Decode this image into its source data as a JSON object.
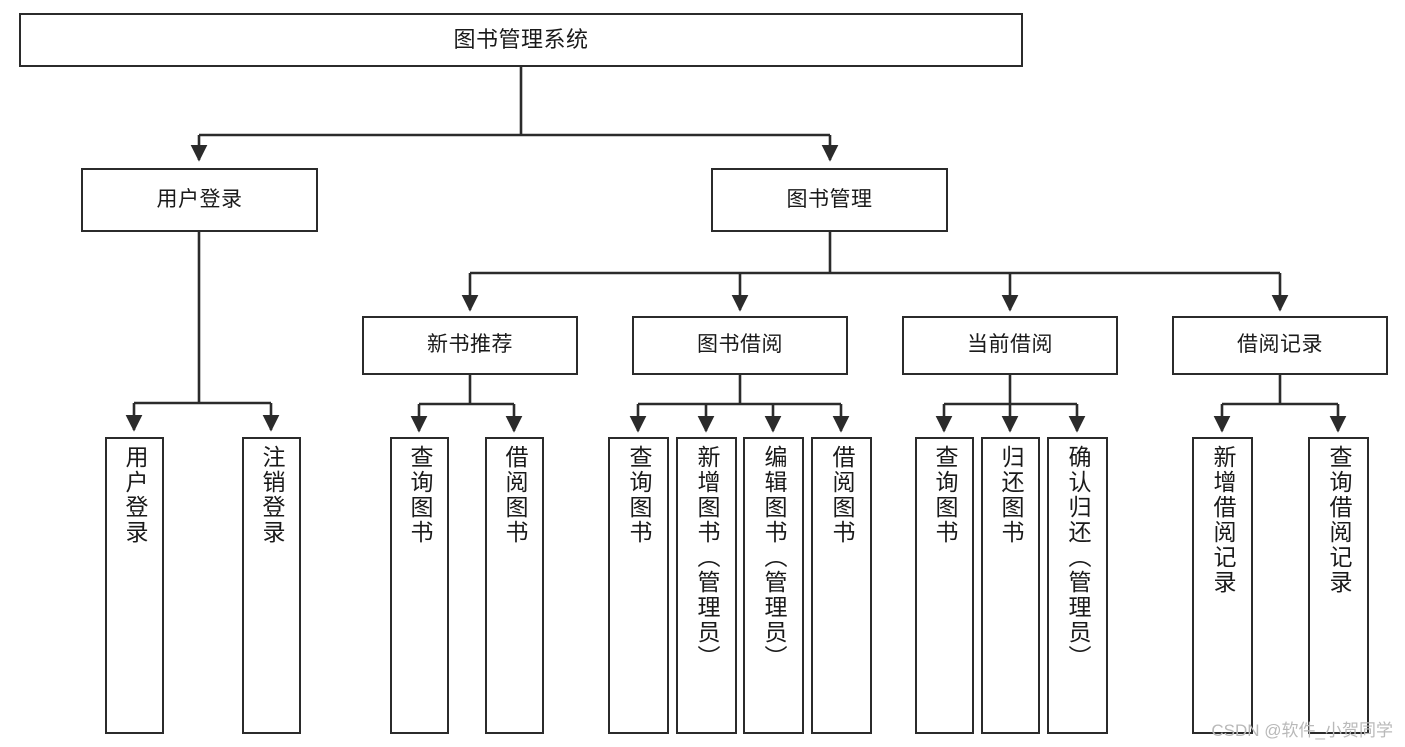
{
  "diagram": {
    "title": "图书管理系统",
    "type": "tree-hierarchy-diagram",
    "colors": {
      "box_border": "#2b2b2b",
      "box_fill": "#ffffff",
      "connector": "#2b2b2b",
      "text": "#1a1a1a",
      "background": "#ffffff",
      "watermark": "#b9b9b9"
    },
    "nodes": {
      "root": {
        "label": "图书管理系统",
        "level": 1,
        "orientation": "horizontal"
      },
      "user_login": {
        "label": "用户登录",
        "level": 2,
        "orientation": "horizontal"
      },
      "book_manage": {
        "label": "图书管理",
        "level": 2,
        "orientation": "horizontal"
      },
      "new_book_rec": {
        "label": "新书推荐",
        "level": 3,
        "orientation": "horizontal"
      },
      "book_borrow": {
        "label": "图书借阅",
        "level": 3,
        "orientation": "horizontal"
      },
      "current_borrow": {
        "label": "当前借阅",
        "level": 3,
        "orientation": "horizontal"
      },
      "borrow_record": {
        "label": "借阅记录",
        "level": 3,
        "orientation": "horizontal"
      },
      "leaf_user_login": {
        "label": "用户登录",
        "level": 3,
        "orientation": "vertical"
      },
      "leaf_logout": {
        "label": "注销登录",
        "level": 3,
        "orientation": "vertical"
      },
      "leaf_query_book_1": {
        "label": "查询图书",
        "level": 4,
        "orientation": "vertical"
      },
      "leaf_borrow_book_1": {
        "label": "借阅图书",
        "level": 4,
        "orientation": "vertical"
      },
      "leaf_query_book_2": {
        "label": "查询图书",
        "level": 4,
        "orientation": "vertical"
      },
      "leaf_add_book": {
        "label": "新增图书（管理员）",
        "level": 4,
        "orientation": "vertical"
      },
      "leaf_edit_book": {
        "label": "编辑图书（管理员）",
        "level": 4,
        "orientation": "vertical"
      },
      "leaf_borrow_book_2": {
        "label": "借阅图书",
        "level": 4,
        "orientation": "vertical"
      },
      "leaf_query_book_3": {
        "label": "查询图书",
        "level": 4,
        "orientation": "vertical"
      },
      "leaf_return_book": {
        "label": "归还图书",
        "level": 4,
        "orientation": "vertical"
      },
      "leaf_confirm_return": {
        "label": "确认归还（管理员）",
        "level": 4,
        "orientation": "vertical"
      },
      "leaf_add_record": {
        "label": "新增借阅记录",
        "level": 4,
        "orientation": "vertical"
      },
      "leaf_query_record": {
        "label": "查询借阅记录",
        "level": 4,
        "orientation": "vertical"
      }
    },
    "edges": [
      {
        "from": "root",
        "to": "user_login"
      },
      {
        "from": "root",
        "to": "book_manage"
      },
      {
        "from": "user_login",
        "to": "leaf_user_login"
      },
      {
        "from": "user_login",
        "to": "leaf_logout"
      },
      {
        "from": "book_manage",
        "to": "new_book_rec"
      },
      {
        "from": "book_manage",
        "to": "book_borrow"
      },
      {
        "from": "book_manage",
        "to": "current_borrow"
      },
      {
        "from": "book_manage",
        "to": "borrow_record"
      },
      {
        "from": "new_book_rec",
        "to": "leaf_query_book_1"
      },
      {
        "from": "new_book_rec",
        "to": "leaf_borrow_book_1"
      },
      {
        "from": "book_borrow",
        "to": "leaf_query_book_2"
      },
      {
        "from": "book_borrow",
        "to": "leaf_add_book"
      },
      {
        "from": "book_borrow",
        "to": "leaf_edit_book"
      },
      {
        "from": "book_borrow",
        "to": "leaf_borrow_book_2"
      },
      {
        "from": "current_borrow",
        "to": "leaf_query_book_3"
      },
      {
        "from": "current_borrow",
        "to": "leaf_return_book"
      },
      {
        "from": "current_borrow",
        "to": "leaf_confirm_return"
      },
      {
        "from": "borrow_record",
        "to": "leaf_add_record"
      },
      {
        "from": "borrow_record",
        "to": "leaf_query_record"
      }
    ],
    "watermark": "CSDN @软件_小贺同学"
  }
}
